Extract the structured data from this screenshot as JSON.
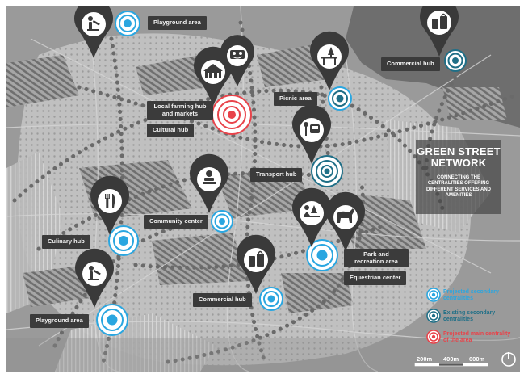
{
  "title": {
    "heading": "GREEN STREET NETWORK",
    "subtitle": "CONNECTING THE CENTRALITIES OFFERING DIFFERENT SERVICES AND AMENITIES"
  },
  "labels": {
    "playground_area_top": "Playground area",
    "commercial_hub_top": "Commercial hub",
    "picnic_area": "Picnic area",
    "local_farming": "Local farming hub and markets",
    "cultural_hub": "Cultural hub",
    "transport_hub": "Transport hub",
    "community_center": "Community center",
    "culinary_hub": "Culinary hub",
    "park_recreation": "Park and recreation area",
    "equestrian_center": "Equestrian center",
    "commercial_hub_bottom": "Commercial hub",
    "playground_area_bottom": "Playground area"
  },
  "legend": {
    "projected_secondary": "Projected secondary centralities",
    "existing_secondary": "Existing secondary centralities",
    "projected_main": "Projected main centrality of the area"
  },
  "scale": {
    "s200": "200m",
    "s400": "400m",
    "s600": "600m"
  },
  "colors": {
    "projected_secondary": "#2aa6e0",
    "existing_secondary": "#1f6f87",
    "projected_main": "#e8434a",
    "pin": "#3a3a3a",
    "label_bg": "#3b3b3b"
  },
  "icons": {
    "playground": "playground-icon",
    "farming": "farming-hub-icon",
    "cultural": "cultural-hub-icon",
    "picnic": "picnic-icon",
    "commercial": "shopping-bag-icon",
    "transport": "transport-icon",
    "community": "community-center-icon",
    "culinary": "fork-knife-icon",
    "park": "park-icon",
    "equestrian": "horse-icon",
    "north": "north-arrow-icon"
  }
}
